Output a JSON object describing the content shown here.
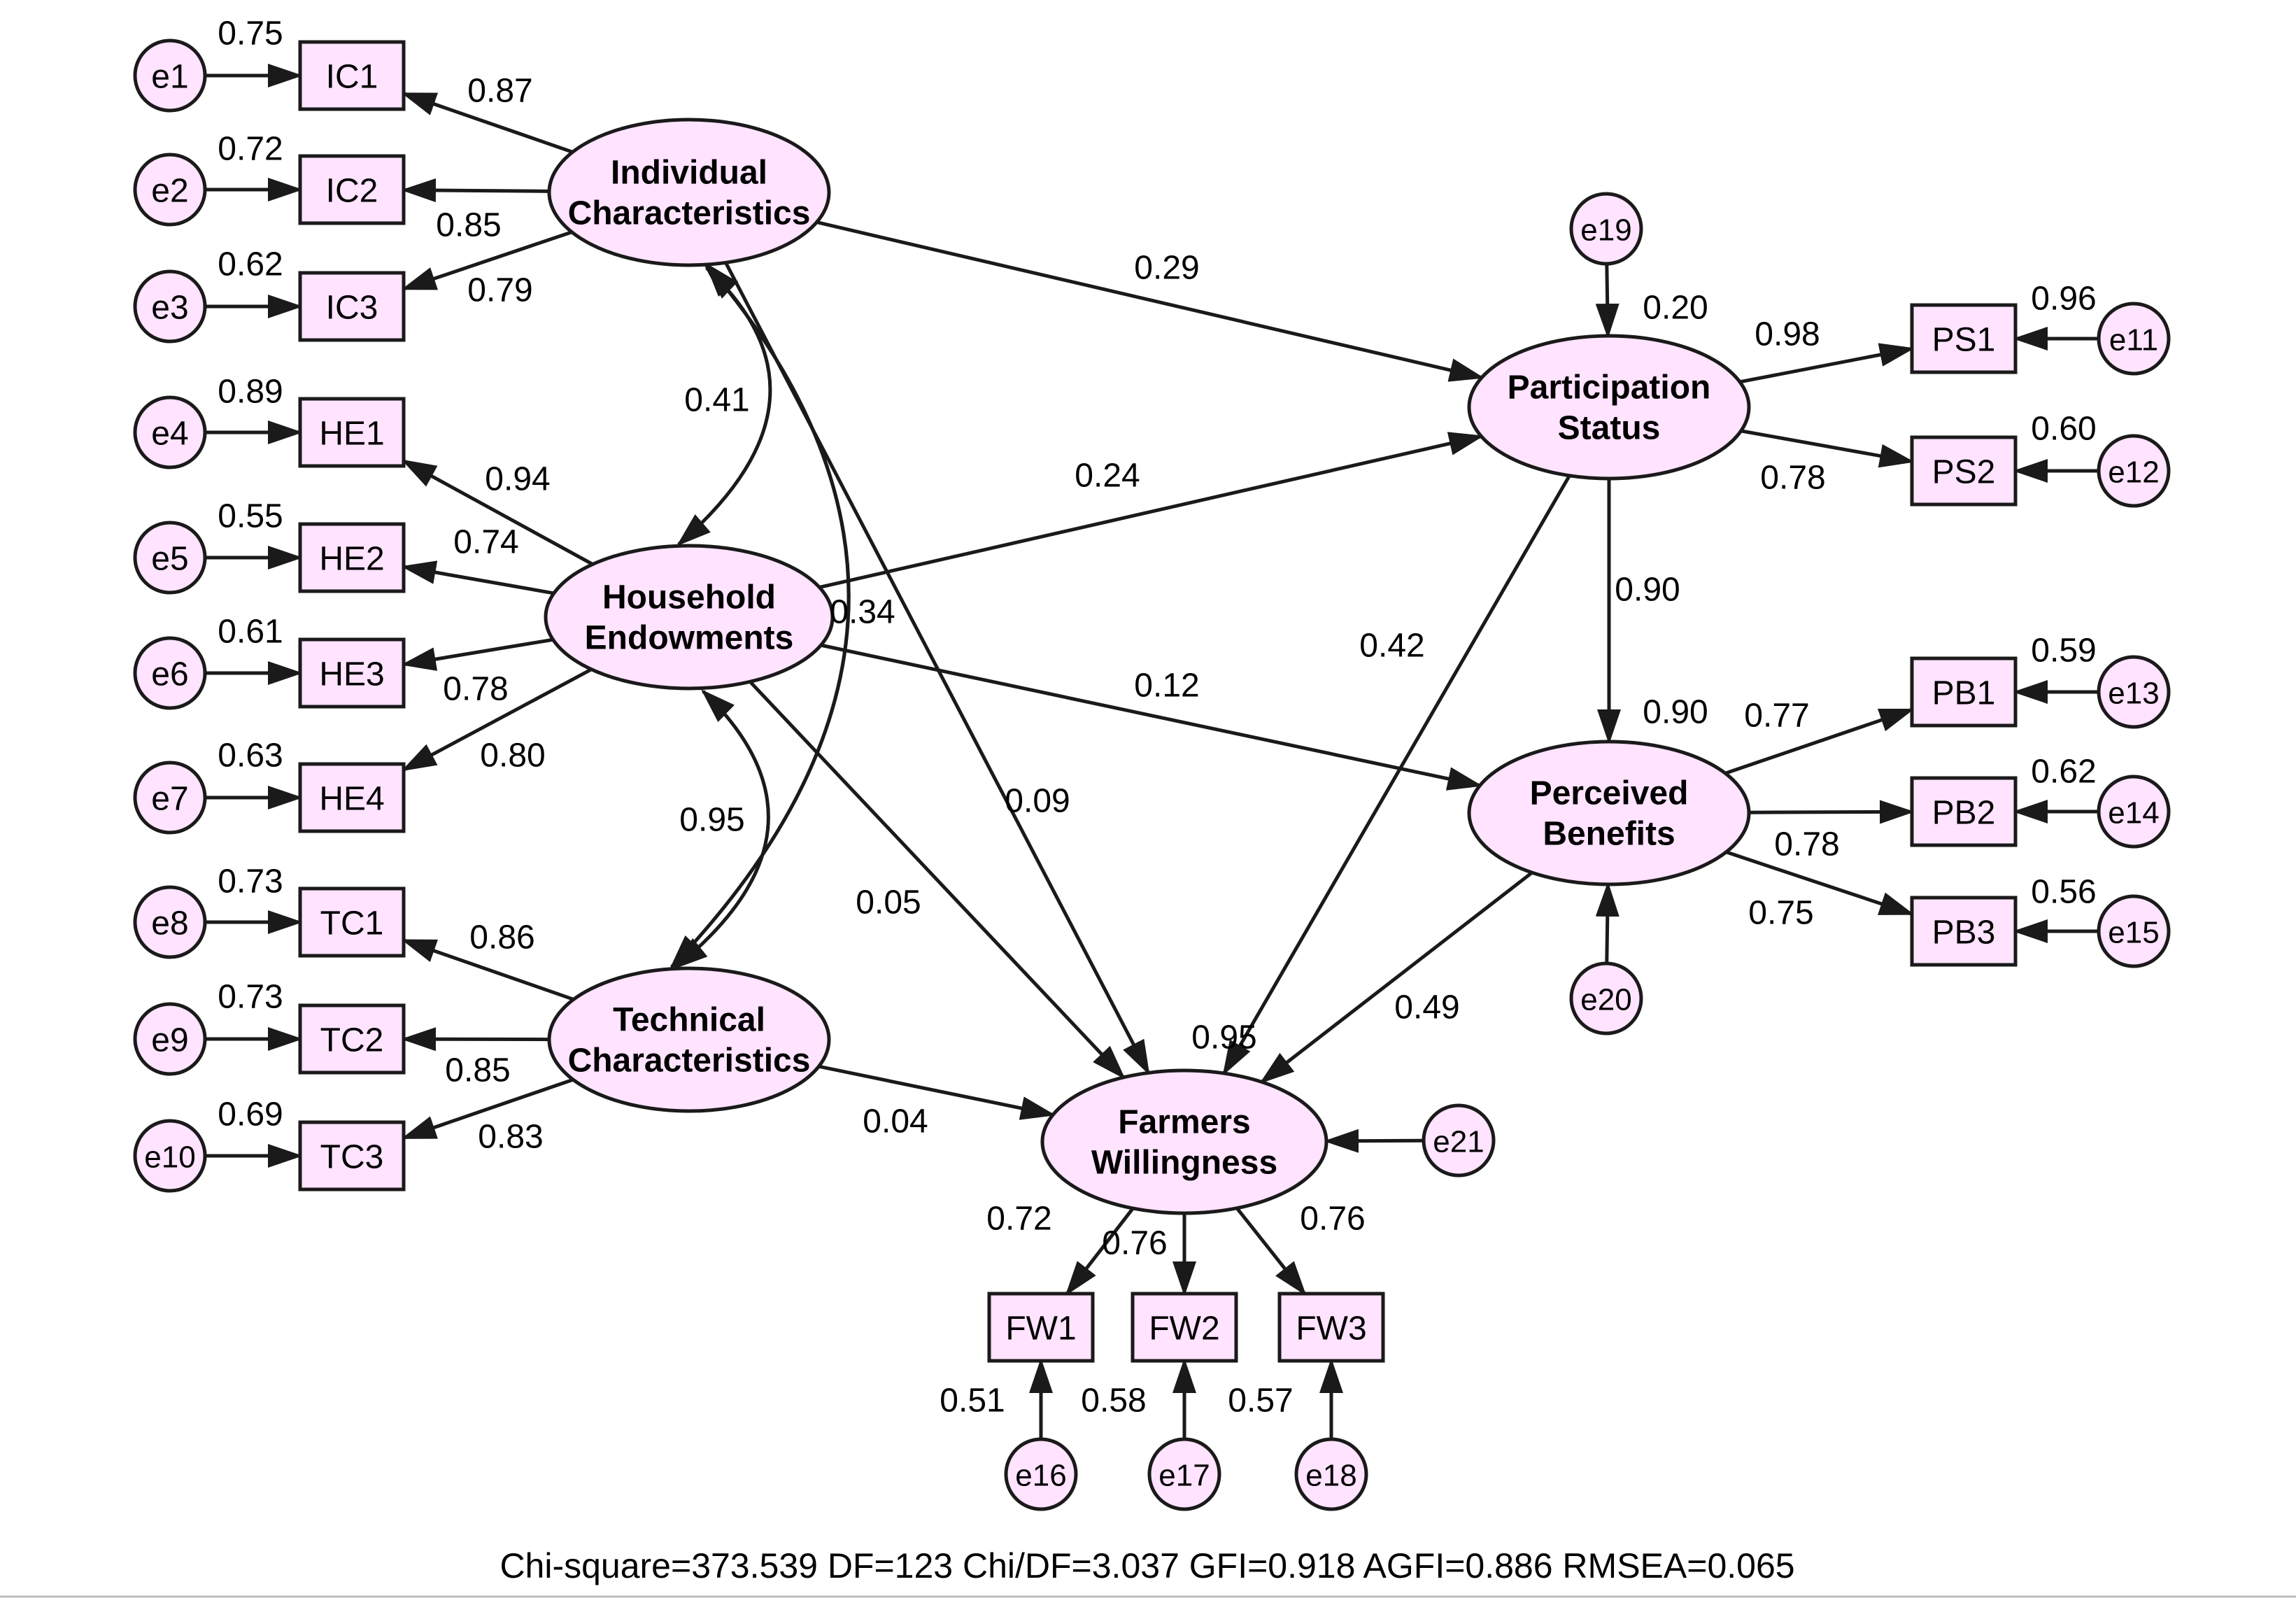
{
  "colors": {
    "node_fill": "#ffe3ff",
    "stroke": "#1a1a1a",
    "text": "#000000",
    "baseline": "#bdbdbd"
  },
  "latent_nodes": [
    {
      "id": "IC",
      "line1": "Individual",
      "line2": "Characteristics"
    },
    {
      "id": "HE",
      "line1": "Household",
      "line2": "Endowments"
    },
    {
      "id": "TC",
      "line1": "Technical",
      "line2": "Characteristics"
    },
    {
      "id": "PS",
      "line1": "Participation",
      "line2": "Status"
    },
    {
      "id": "PB",
      "line1": "Perceived",
      "line2": "Benefits"
    },
    {
      "id": "FW",
      "line1": "Farmers",
      "line2": "Willingness"
    }
  ],
  "indicator_nodes": [
    "IC1",
    "IC2",
    "IC3",
    "HE1",
    "HE2",
    "HE3",
    "HE4",
    "TC1",
    "TC2",
    "TC3",
    "PS1",
    "PS2",
    "PB1",
    "PB2",
    "PB3",
    "FW1",
    "FW2",
    "FW3"
  ],
  "error_nodes": [
    "e1",
    "e2",
    "e3",
    "e4",
    "e5",
    "e6",
    "e7",
    "e8",
    "e9",
    "e10",
    "e11",
    "e12",
    "e13",
    "e14",
    "e15",
    "e16",
    "e17",
    "e18",
    "e19",
    "e20",
    "e21"
  ],
  "edges": [
    {
      "from": "IC",
      "to": "IC1",
      "coef": "0.87"
    },
    {
      "from": "IC",
      "to": "IC2",
      "coef": "0.85"
    },
    {
      "from": "IC",
      "to": "IC3",
      "coef": "0.79"
    },
    {
      "from": "HE",
      "to": "HE1",
      "coef": "0.94"
    },
    {
      "from": "HE",
      "to": "HE2",
      "coef": "0.74"
    },
    {
      "from": "HE",
      "to": "HE3",
      "coef": "0.78"
    },
    {
      "from": "HE",
      "to": "HE4",
      "coef": "0.80"
    },
    {
      "from": "TC",
      "to": "TC1",
      "coef": "0.86"
    },
    {
      "from": "TC",
      "to": "TC2",
      "coef": "0.85"
    },
    {
      "from": "TC",
      "to": "TC3",
      "coef": "0.83"
    },
    {
      "from": "PS",
      "to": "PS1",
      "coef": "0.98"
    },
    {
      "from": "PS",
      "to": "PS2",
      "coef": "0.78"
    },
    {
      "from": "PB",
      "to": "PB1",
      "coef": "0.77"
    },
    {
      "from": "PB",
      "to": "PB2",
      "coef": "0.78"
    },
    {
      "from": "PB",
      "to": "PB3",
      "coef": "0.75"
    },
    {
      "from": "FW",
      "to": "FW1",
      "coef": "0.72"
    },
    {
      "from": "FW",
      "to": "FW2",
      "coef": "0.76"
    },
    {
      "from": "FW",
      "to": "FW3",
      "coef": "0.76"
    },
    {
      "from": "e1",
      "to": "IC1",
      "coef": "0.75"
    },
    {
      "from": "e2",
      "to": "IC2",
      "coef": "0.72"
    },
    {
      "from": "e3",
      "to": "IC3",
      "coef": "0.62"
    },
    {
      "from": "e4",
      "to": "HE1",
      "coef": "0.89"
    },
    {
      "from": "e5",
      "to": "HE2",
      "coef": "0.55"
    },
    {
      "from": "e6",
      "to": "HE3",
      "coef": "0.61"
    },
    {
      "from": "e7",
      "to": "HE4",
      "coef": "0.63"
    },
    {
      "from": "e8",
      "to": "TC1",
      "coef": "0.73"
    },
    {
      "from": "e9",
      "to": "TC2",
      "coef": "0.73"
    },
    {
      "from": "e10",
      "to": "TC3",
      "coef": "0.69"
    },
    {
      "from": "e11",
      "to": "PS1",
      "coef": "0.96"
    },
    {
      "from": "e12",
      "to": "PS2",
      "coef": "0.60"
    },
    {
      "from": "e13",
      "to": "PB1",
      "coef": "0.59"
    },
    {
      "from": "e14",
      "to": "PB2",
      "coef": "0.62"
    },
    {
      "from": "e15",
      "to": "PB3",
      "coef": "0.56"
    },
    {
      "from": "e16",
      "to": "FW1",
      "coef": "0.51"
    },
    {
      "from": "e17",
      "to": "FW2",
      "coef": "0.58"
    },
    {
      "from": "e18",
      "to": "FW3",
      "coef": "0.57"
    },
    {
      "from": "e19",
      "to": "PS",
      "coef": "0.20"
    },
    {
      "from": "e20",
      "to": "PB",
      "coef": "0.90"
    },
    {
      "from": "e21",
      "to": "FW",
      "coef": "0.95"
    },
    {
      "from": "IC",
      "to": "PS",
      "coef": "0.29"
    },
    {
      "from": "HE",
      "to": "PS",
      "coef": "0.24"
    },
    {
      "from": "HE",
      "to": "PB",
      "coef": "0.12"
    },
    {
      "from": "PS",
      "to": "PB",
      "coef": "0.90"
    },
    {
      "from": "PS",
      "to": "FW",
      "coef": "0.42"
    },
    {
      "from": "PB",
      "to": "FW",
      "coef": "0.49"
    },
    {
      "from": "IC",
      "to": "FW",
      "coef": "0.09"
    },
    {
      "from": "HE",
      "to": "FW",
      "coef": "0.05"
    },
    {
      "from": "TC",
      "to": "FW",
      "coef": "0.04"
    }
  ],
  "covariances": [
    {
      "a": "IC",
      "b": "HE",
      "coef": "0.41"
    },
    {
      "a": "HE",
      "b": "TC",
      "coef": "0.95"
    },
    {
      "a": "IC",
      "b": "TC",
      "coef": "0.34"
    }
  ],
  "fit_indices": "Chi-square=373.539  DF=123  Chi/DF=3.037  GFI=0.918  AGFI=0.886  RMSEA=0.065"
}
